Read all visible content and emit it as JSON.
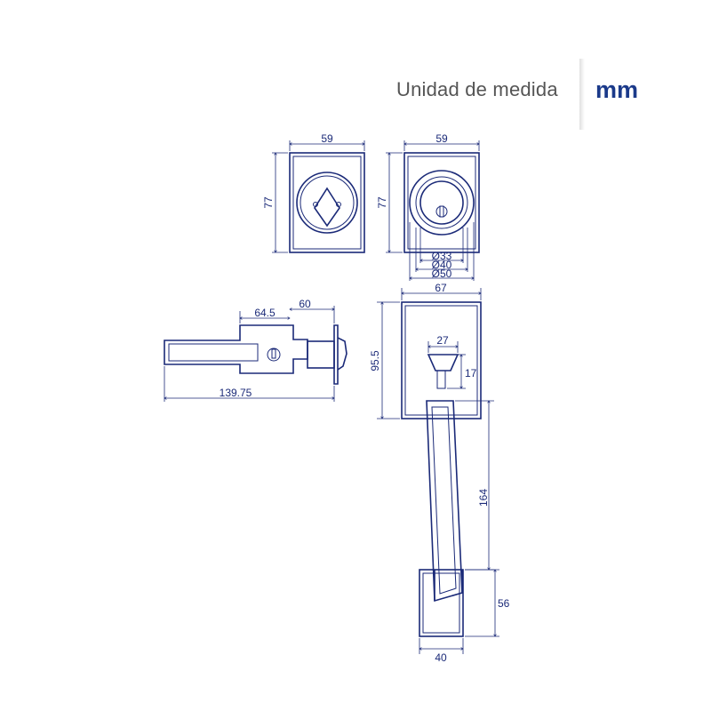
{
  "header": {
    "unit_label": "Unidad de medida",
    "unit_value": "mm"
  },
  "dimensions": {
    "interior_deadbolt_width": "59",
    "interior_deadbolt_height": "77",
    "exterior_deadbolt_width": "59",
    "exterior_deadbolt_height": "77",
    "cylinder_d33": "Ø33",
    "cylinder_d40": "Ø40",
    "cylinder_d50": "Ø50",
    "lever_backset": "64.5",
    "lever_projection": "60",
    "lever_length": "139.75",
    "handle_plate_width": "67",
    "handle_plate_height": "95.5",
    "thumb_piece_width": "27",
    "thumb_piece_height": "17",
    "grip_height": "164",
    "base_height": "56",
    "base_width": "40"
  },
  "colors": {
    "line": "#1b2a78",
    "unit_value": "#1b3a8a",
    "unit_label": "#555555"
  }
}
